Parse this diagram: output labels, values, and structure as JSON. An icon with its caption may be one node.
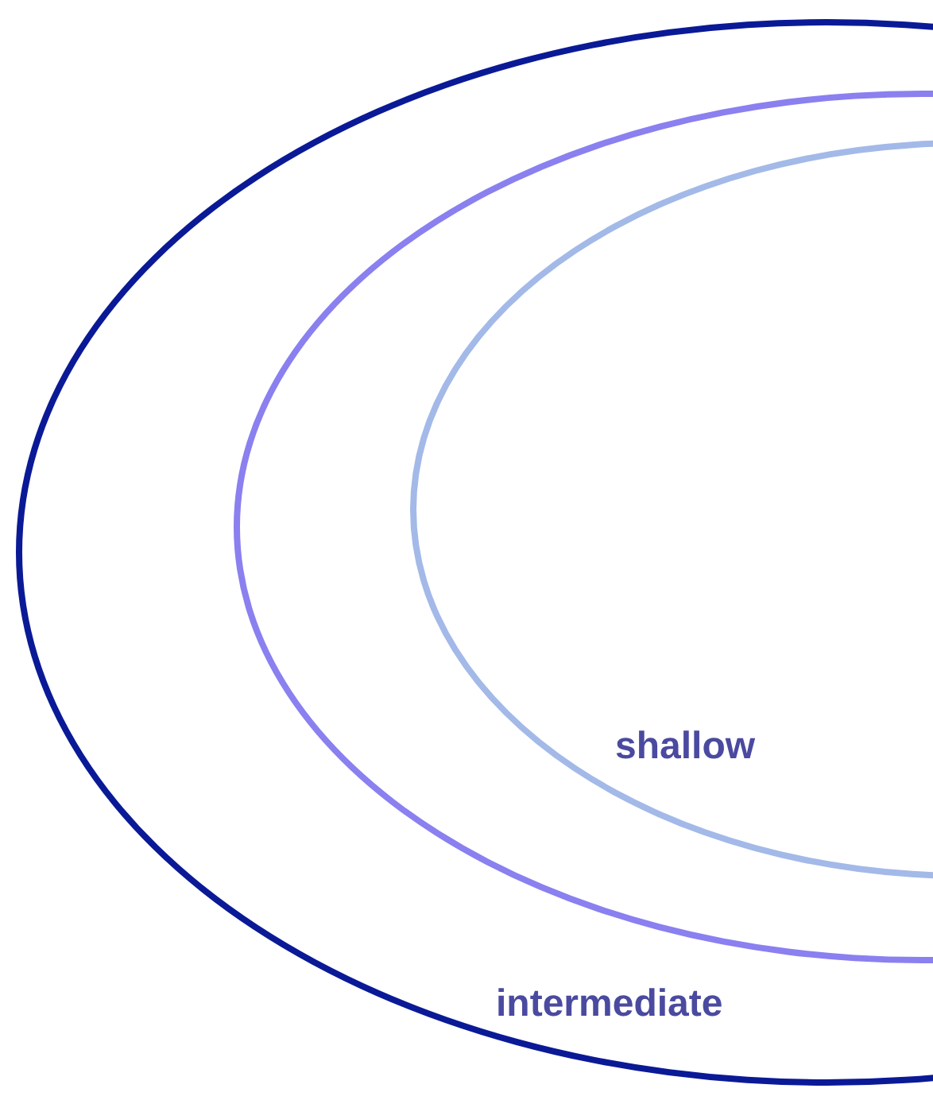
{
  "diagram": {
    "nodes": [
      {
        "text": [
          "intermediate"
        ]
      },
      {
        "text": [],
        "shape": "ellipse",
        "in": 0
      },
      {
        "text": [
          "shallow"
        ],
        "in": 1
      }
    ]
  }
}
